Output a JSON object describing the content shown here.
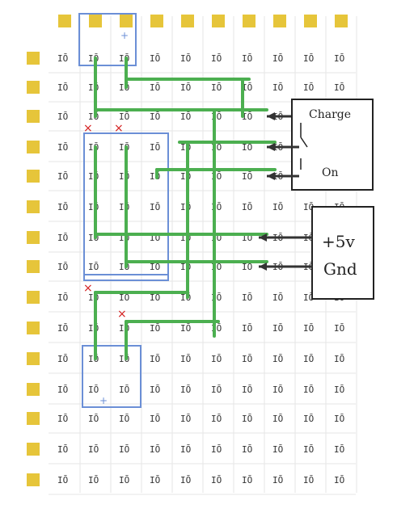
{
  "diagram": {
    "labels": {
      "charge": "Charge",
      "on": "On",
      "vplus": "+5v",
      "gnd": "Gnd"
    },
    "pin_glyph": "IŌ",
    "plus_symbol": "+",
    "cut_symbol": "×",
    "colors": {
      "pad": "#e6c53a",
      "wire": "#4caf50",
      "module": "#6b8fd6",
      "cut": "#d42020",
      "grid": "#e5e5e5",
      "box": "#222222"
    }
  }
}
